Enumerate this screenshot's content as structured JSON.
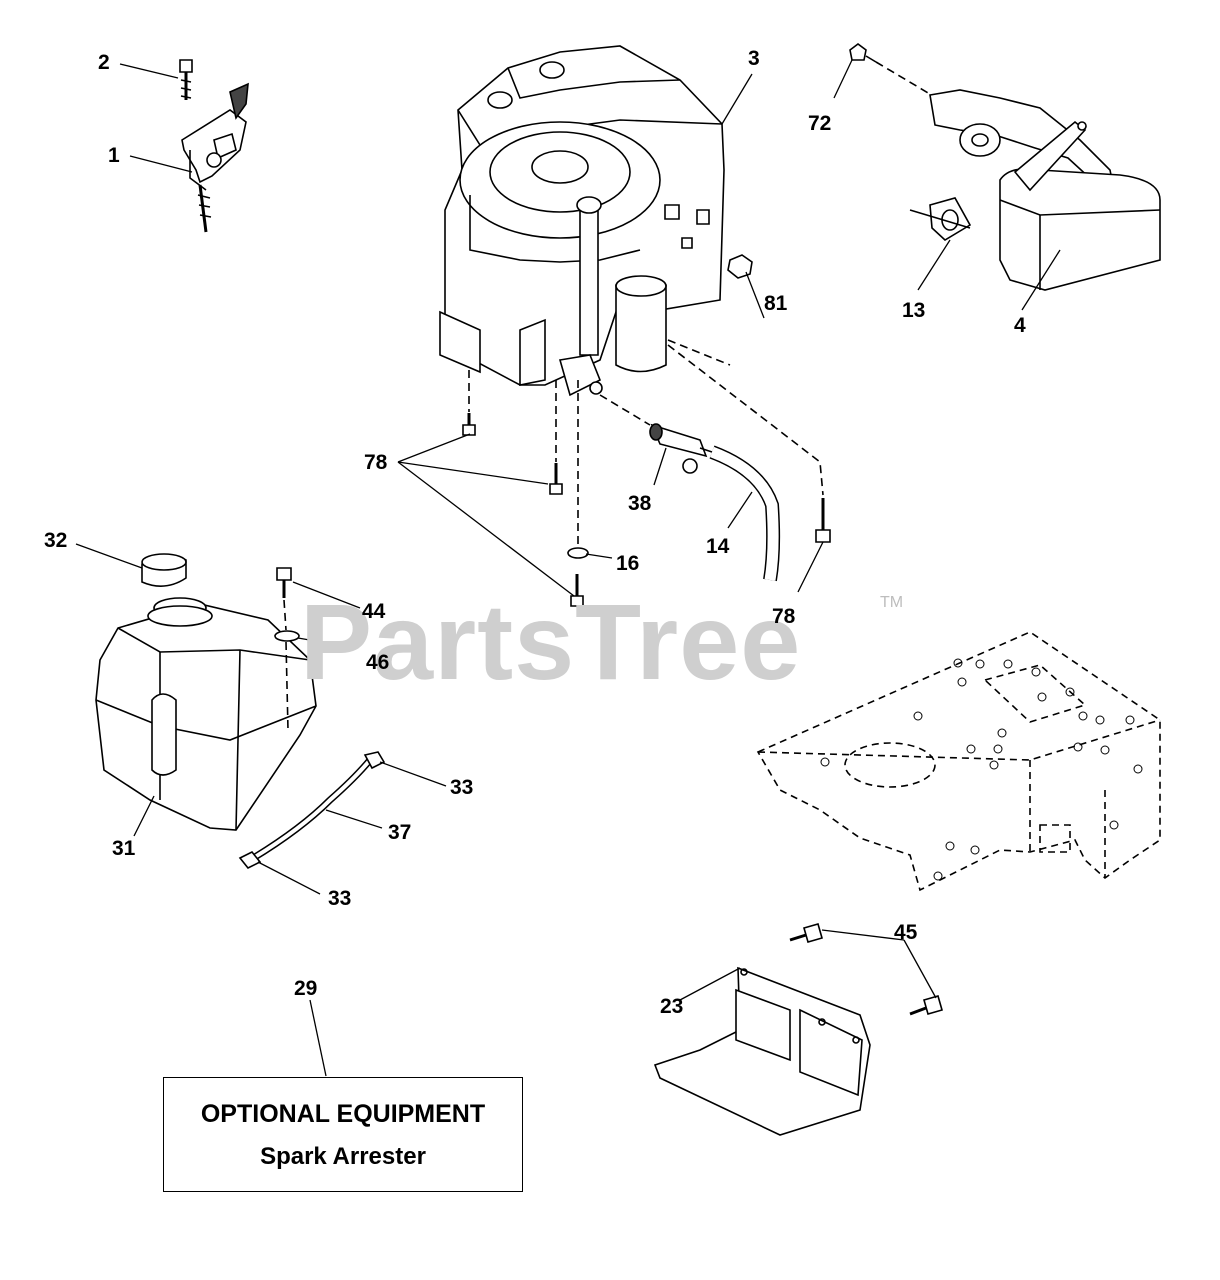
{
  "watermark": {
    "text": "PartsTree",
    "trademark": "TM"
  },
  "optional_equipment": {
    "title": "OPTIONAL EQUIPMENT",
    "subtitle": "Spark Arrester"
  },
  "callouts": {
    "c1": "1",
    "c2": "2",
    "c3": "3",
    "c4": "4",
    "c13": "13",
    "c14": "14",
    "c16": "16",
    "c23": "23",
    "c29": "29",
    "c31": "31",
    "c32": "32",
    "c33a": "33",
    "c33b": "33",
    "c37": "37",
    "c38": "38",
    "c44": "44",
    "c45": "45",
    "c46": "46",
    "c72": "72",
    "c78a": "78",
    "c78b": "78",
    "c81": "81"
  }
}
